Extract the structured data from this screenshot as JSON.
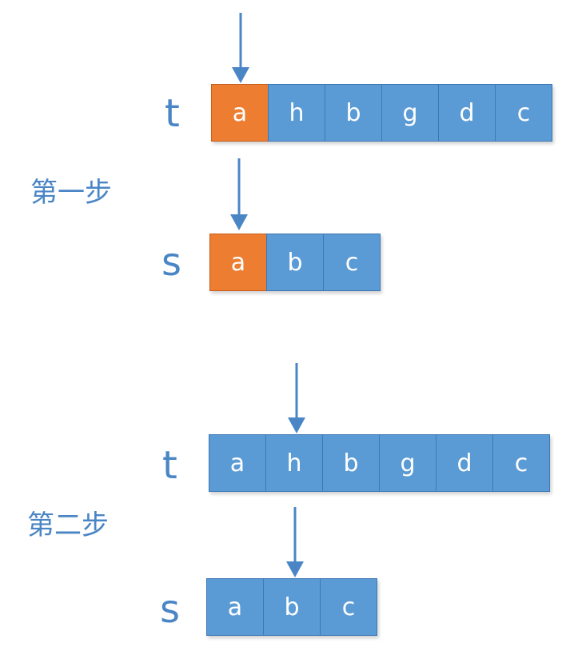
{
  "step1": {
    "label": "第一步",
    "t": {
      "label": "t",
      "cells": [
        {
          "char": "a",
          "highlight": true
        },
        {
          "char": "h",
          "highlight": false
        },
        {
          "char": "b",
          "highlight": false
        },
        {
          "char": "g",
          "highlight": false
        },
        {
          "char": "d",
          "highlight": false
        },
        {
          "char": "c",
          "highlight": false
        }
      ],
      "pointer_index": 0
    },
    "s": {
      "label": "s",
      "cells": [
        {
          "char": "a",
          "highlight": true
        },
        {
          "char": "b",
          "highlight": false
        },
        {
          "char": "c",
          "highlight": false
        }
      ],
      "pointer_index": 0
    }
  },
  "step2": {
    "label": "第二步",
    "t": {
      "label": "t",
      "cells": [
        {
          "char": "a",
          "highlight": false
        },
        {
          "char": "h",
          "highlight": false
        },
        {
          "char": "b",
          "highlight": false
        },
        {
          "char": "g",
          "highlight": false
        },
        {
          "char": "d",
          "highlight": false
        },
        {
          "char": "c",
          "highlight": false
        }
      ],
      "pointer_index": 1
    },
    "s": {
      "label": "s",
      "cells": [
        {
          "char": "a",
          "highlight": false
        },
        {
          "char": "b",
          "highlight": false
        },
        {
          "char": "c",
          "highlight": false
        }
      ],
      "pointer_index": 1
    }
  },
  "colors": {
    "cell_fill": "#5b9bd5",
    "cell_highlight": "#ed7d31",
    "label_text": "#4a86c5",
    "arrow": "#4a86c5"
  }
}
